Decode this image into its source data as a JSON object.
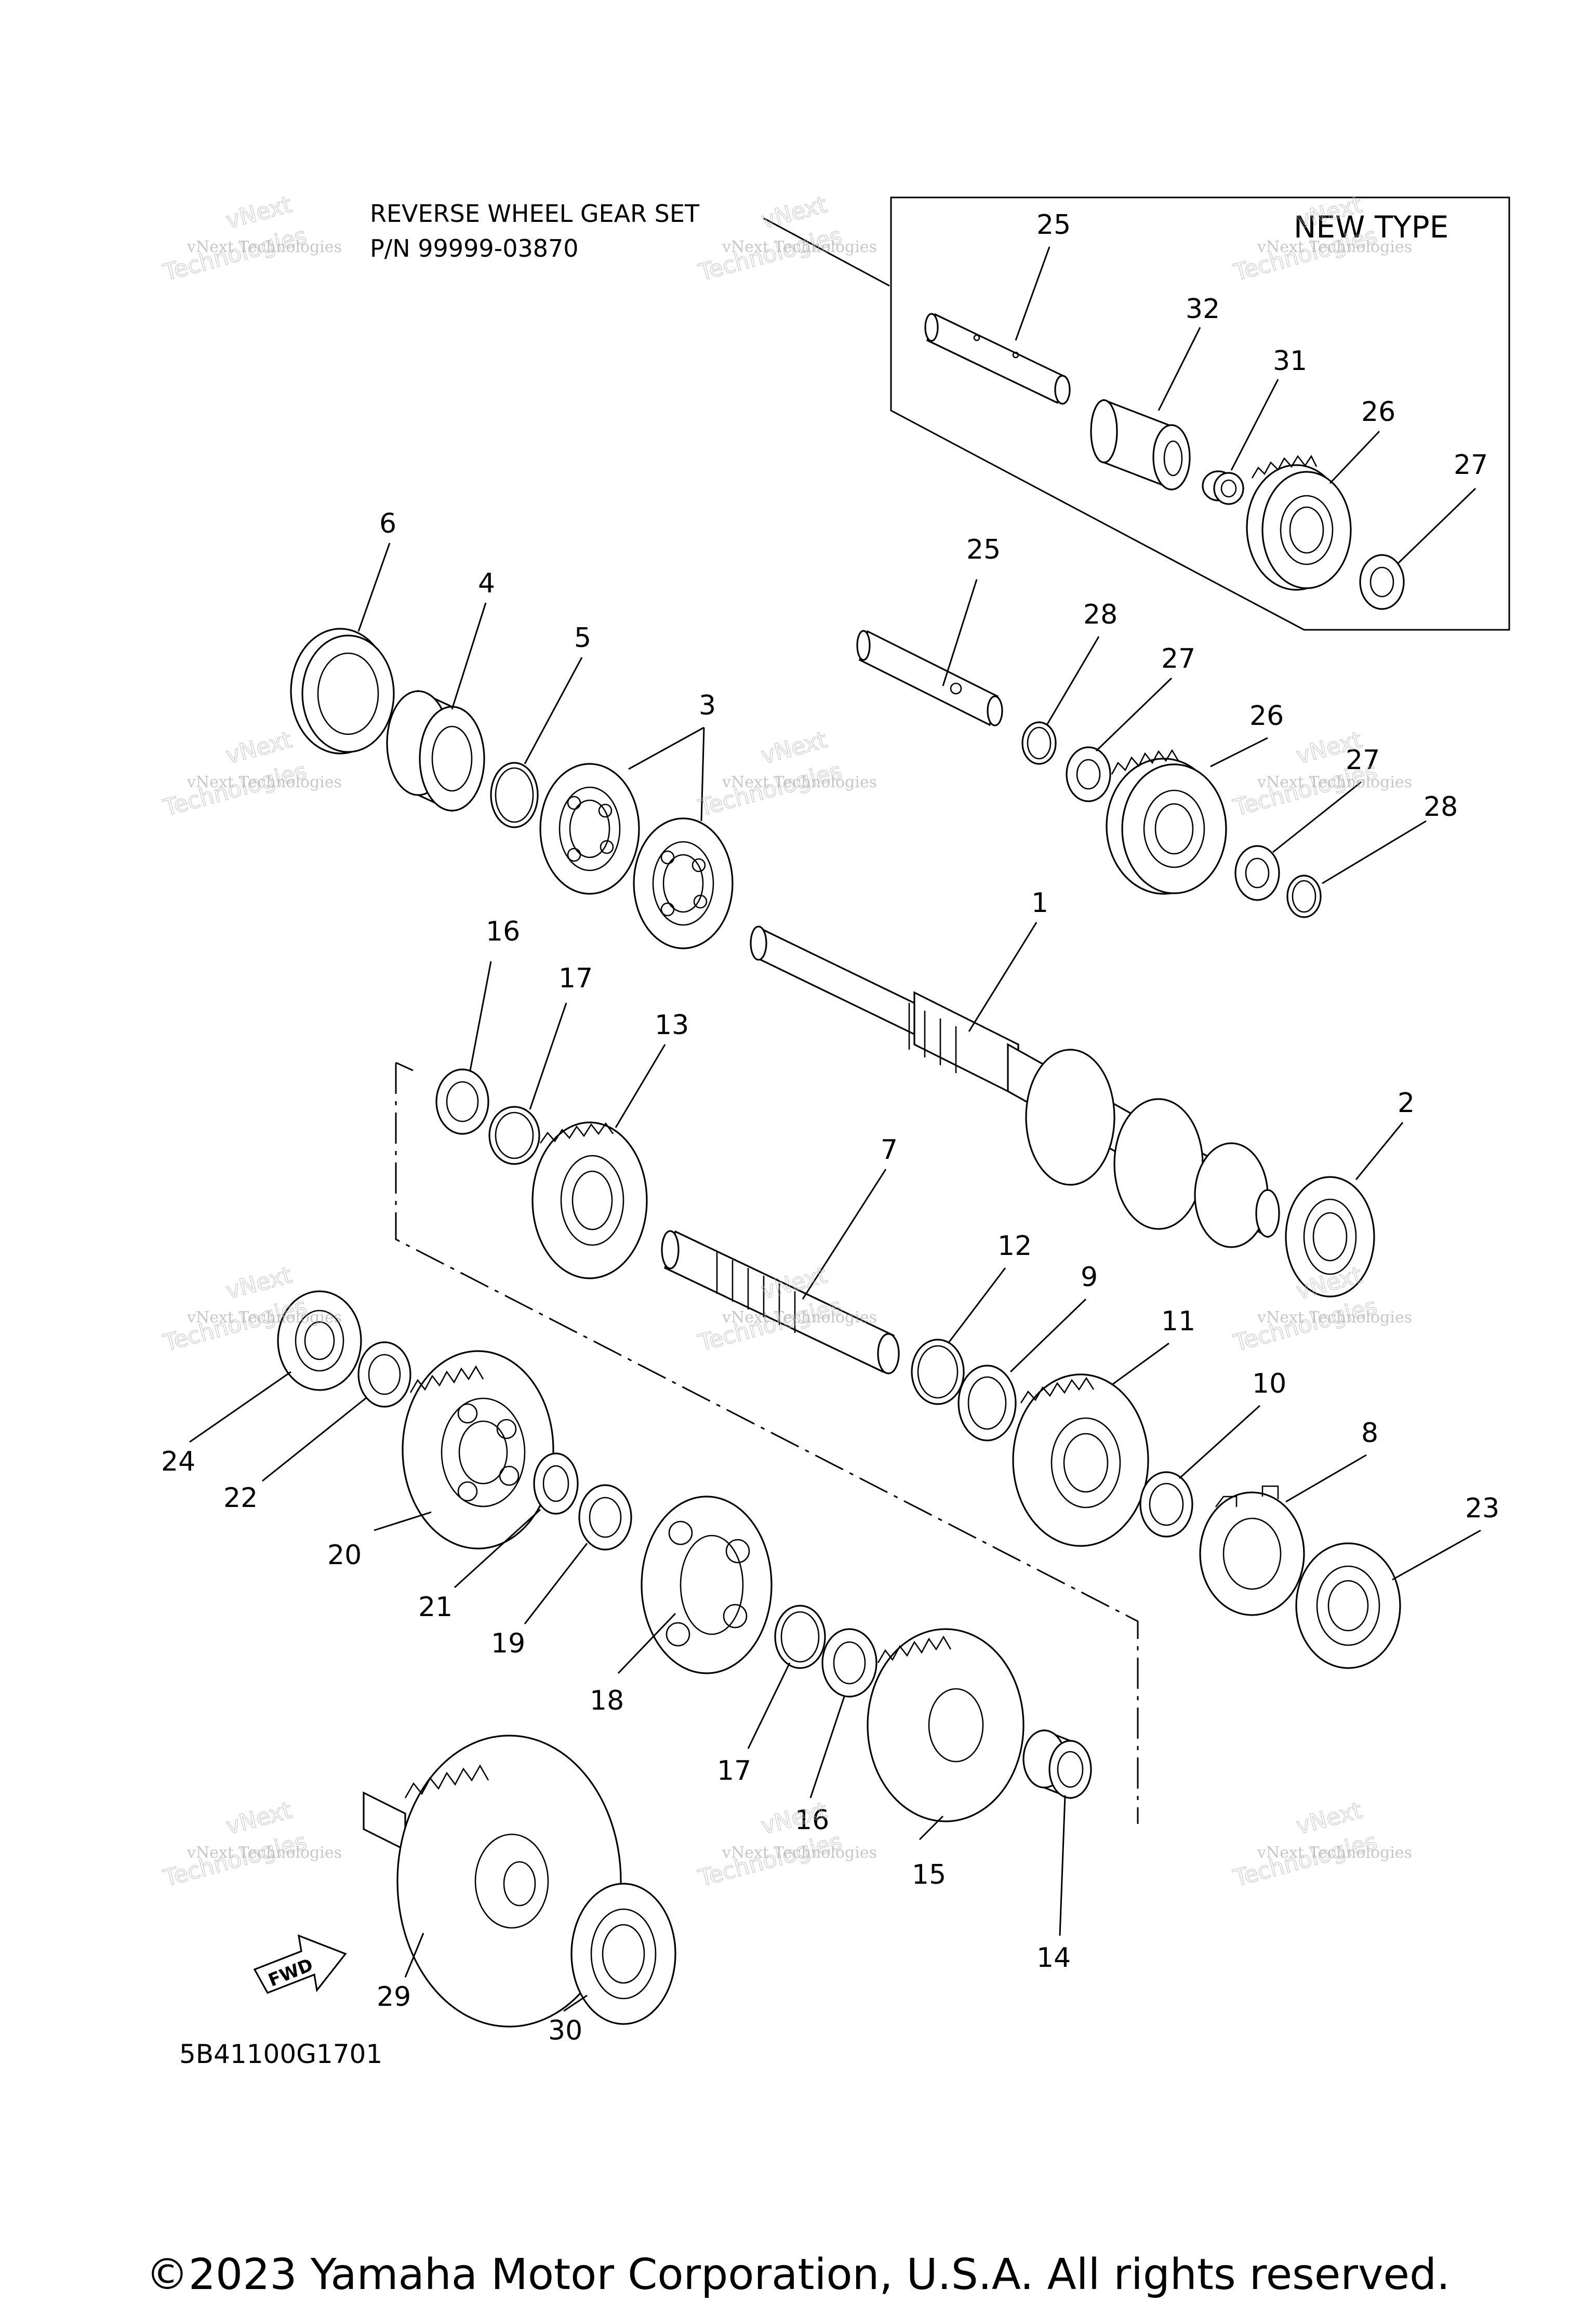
{
  "header": {
    "kit_line1": "REVERSE WHEEL GEAR SET",
    "kit_line2": "P/N 99999-03870",
    "new_type": "NEW TYPE"
  },
  "diagram_code": "5B41100G1701",
  "fwd_label": "FWD",
  "watermark": {
    "line1": "vNext",
    "line2": "vNext Technologies",
    "line3": "Technologies"
  },
  "callouts": {
    "c1": "1",
    "c2": "2",
    "c3": "3",
    "c4": "4",
    "c5": "5",
    "c6": "6",
    "c7": "7",
    "c8": "8",
    "c9": "9",
    "c10": "10",
    "c11": "11",
    "c12": "12",
    "c13": "13",
    "c14": "14",
    "c15": "15",
    "c16a": "16",
    "c16b": "16",
    "c17a": "17",
    "c17b": "17",
    "c18": "18",
    "c19": "19",
    "c20": "20",
    "c21": "21",
    "c22": "22",
    "c23": "23",
    "c24": "24",
    "c25a": "25",
    "c25b": "25",
    "c26a": "26",
    "c26b": "26",
    "c27a": "27",
    "c27b": "27",
    "c27c": "27",
    "c28a": "28",
    "c28b": "28",
    "c29": "29",
    "c30": "30",
    "c31": "31",
    "c32": "32"
  },
  "copyright": "©2023 Yamaha Motor Corporation, U.S.A. All rights reserved."
}
